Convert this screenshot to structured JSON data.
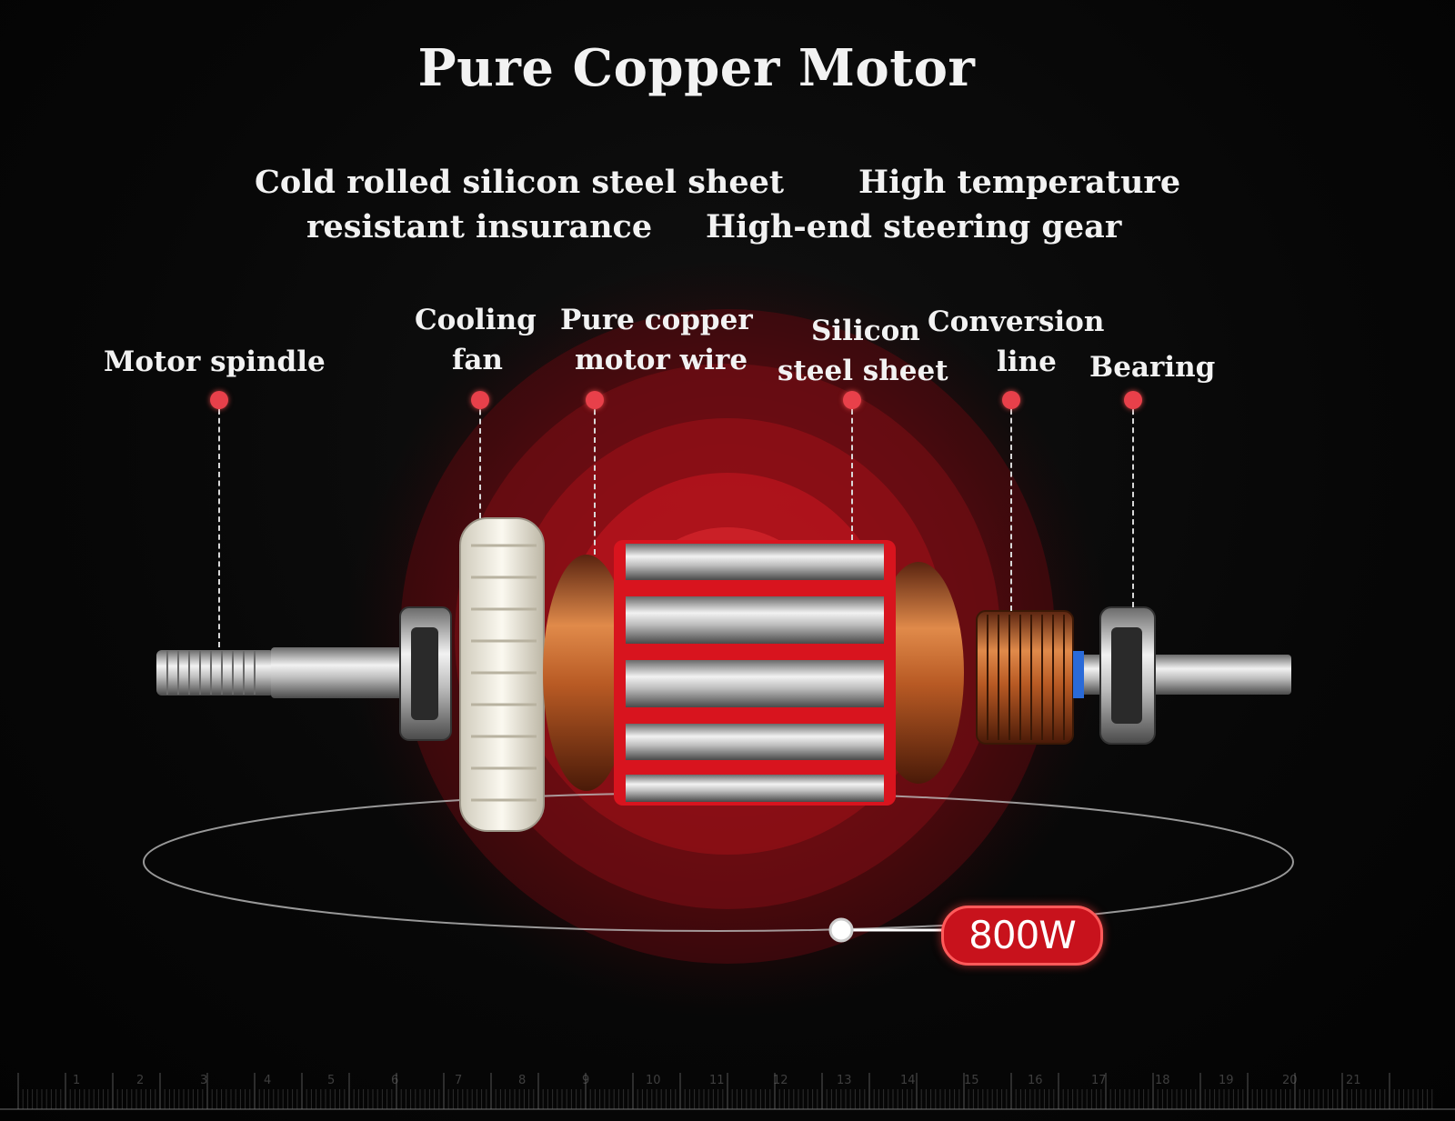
{
  "title": "Pure Copper Motor",
  "features": {
    "line1_left": "Cold rolled silicon steel sheet",
    "line1_right": "High temperature",
    "line2_left": "resistant insurance",
    "line2_right": "High-end steering gear"
  },
  "labels": {
    "motor_spindle": "Motor spindle",
    "cooling_fan_1": "Cooling",
    "cooling_fan_2": "fan",
    "copper_wire_1": "Pure copper",
    "copper_wire_2": "motor wire",
    "silicon_1": "Silicon",
    "silicon_2": "steel sheet",
    "conversion_1": "Conversion",
    "conversion_2": "line",
    "bearing": "Bearing"
  },
  "power": "800W",
  "ruler_ticks": [
    "1",
    "2",
    "3",
    "4",
    "5",
    "6",
    "7",
    "8",
    "9",
    "10",
    "11",
    "12",
    "13",
    "14",
    "15",
    "16",
    "17",
    "18",
    "19",
    "20",
    "21"
  ],
  "colors": {
    "accent_red": "#d8141e",
    "dot_red": "#e8404a",
    "copper": "#c8662a",
    "background": "#050505"
  }
}
